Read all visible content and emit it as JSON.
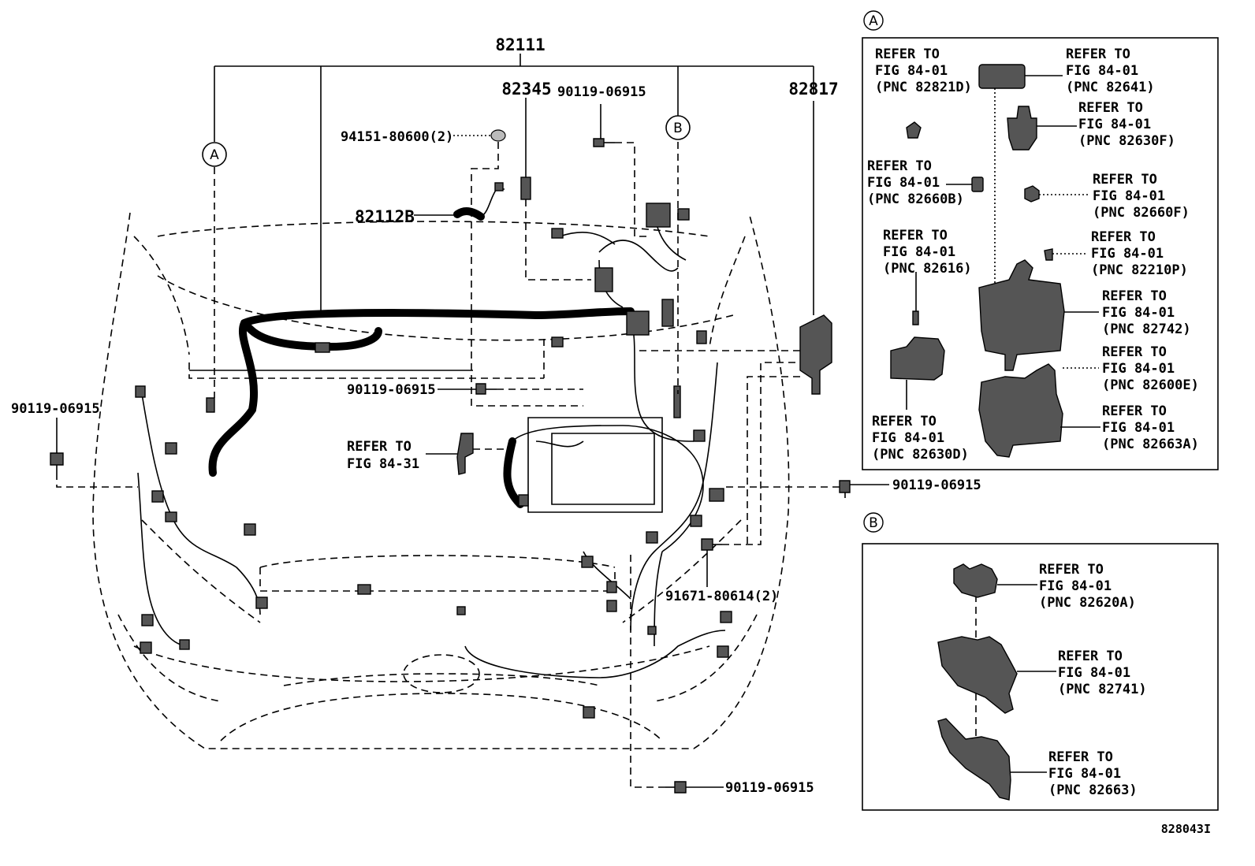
{
  "labels": {
    "main_harness": "82111",
    "part_82345": "82345",
    "part_82817": "82817",
    "part_82112B": "82112B",
    "bolt_top": "90119-06915",
    "clip_94151": "94151-80600(2)",
    "bolt_left": "90119-06915",
    "bolt_center": "90119-06915",
    "bolt_right": "90119-06915",
    "bolt_bottom": "90119-06915",
    "nut_91671": "91671-80614(2)",
    "refer_84_31": "REFER TO",
    "refer_84_31_fig": "FIG 84-31",
    "diagram_code": "828043I"
  },
  "callouts": {
    "a_marker": "A",
    "b_marker": "B"
  },
  "panel_a": {
    "marker": "A",
    "items": [
      {
        "line1": "REFER TO",
        "line2": "FIG 84-01",
        "line3": "(PNC 82821D)"
      },
      {
        "line1": "REFER TO",
        "line2": "FIG 84-01",
        "line3": "(PNC 82641)"
      },
      {
        "line1": "REFER TO",
        "line2": "FIG 84-01",
        "line3": "(PNC 82630F)"
      },
      {
        "line1": "REFER TO",
        "line2": "FIG 84-01",
        "line3": "(PNC 82660B)"
      },
      {
        "line1": "REFER TO",
        "line2": "FIG 84-01",
        "line3": "(PNC 82660F)"
      },
      {
        "line1": "REFER TO",
        "line2": "FIG 84-01",
        "line3": "(PNC 82616)"
      },
      {
        "line1": "REFER TO",
        "line2": "FIG 84-01",
        "line3": "(PNC 82210P)"
      },
      {
        "line1": "REFER TO",
        "line2": "FIG 84-01",
        "line3": "(PNC 82742)"
      },
      {
        "line1": "REFER TO",
        "line2": "FIG 84-01",
        "line3": "(PNC 82600E)"
      },
      {
        "line1": "REFER TO",
        "line2": "FIG 84-01",
        "line3": "(PNC 82630D)"
      },
      {
        "line1": "REFER TO",
        "line2": "FIG 84-01",
        "line3": "(PNC 82663A)"
      }
    ]
  },
  "panel_b": {
    "marker": "B",
    "items": [
      {
        "line1": "REFER TO",
        "line2": "FIG 84-01",
        "line3": "(PNC 82620A)"
      },
      {
        "line1": "REFER TO",
        "line2": "FIG 84-01",
        "line3": "(PNC 82741)"
      },
      {
        "line1": "REFER TO",
        "line2": "FIG 84-01",
        "line3": "(PNC 82663)"
      }
    ]
  },
  "colors": {
    "ink": "#000000",
    "paper": "#ffffff",
    "part_fill": "#555555"
  }
}
